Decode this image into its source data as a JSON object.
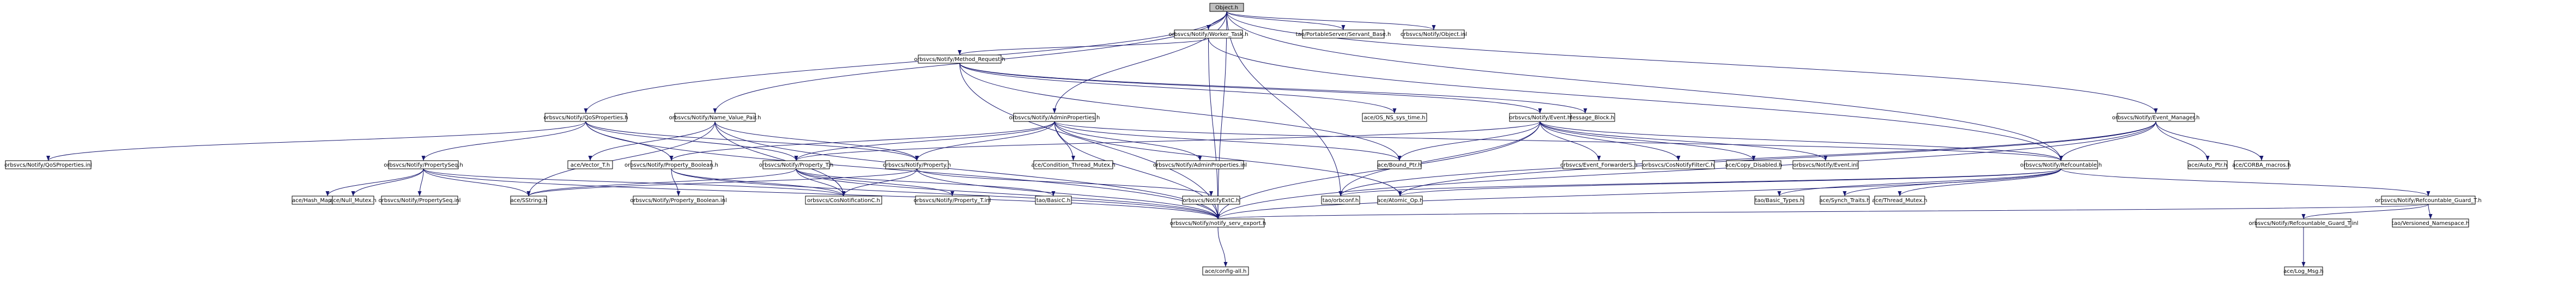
{
  "colors": {
    "edge": "#191970",
    "node_fill": "#ffffff",
    "root_fill": "#bfbfbf",
    "node_border": "#000000"
  },
  "nodes": [
    {
      "id": "object",
      "label": "Object.h",
      "root": true
    },
    {
      "id": "worker_task",
      "label": "orbsvcs/Notify/Worker_Task.h"
    },
    {
      "id": "servant_base",
      "label": "tao/PortableServer/Servant_Base.h"
    },
    {
      "id": "notify_object_inl",
      "label": "orbsvcs/Notify/Object.inl"
    },
    {
      "id": "method_request",
      "label": "orbsvcs/Notify/Method_Request.h"
    },
    {
      "id": "qos_properties",
      "label": "orbsvcs/Notify/QoSProperties.h"
    },
    {
      "id": "name_value_pair",
      "label": "orbsvcs/Notify/Name_Value_Pair.h"
    },
    {
      "id": "admin_properties",
      "label": "orbsvcs/Notify/AdminProperties.h"
    },
    {
      "id": "os_ns_sys_time",
      "label": "ace/OS_NS_sys_time.h"
    },
    {
      "id": "message_block",
      "label": "ace/Message_Block.h"
    },
    {
      "id": "event",
      "label": "orbsvcs/Notify/Event.h"
    },
    {
      "id": "event_manager",
      "label": "orbsvcs/Notify/Event_Manager.h"
    },
    {
      "id": "qos_properties_inl",
      "label": "orbsvcs/Notify/QoSProperties.inl"
    },
    {
      "id": "property_seq",
      "label": "orbsvcs/Notify/PropertySeq.h"
    },
    {
      "id": "vector_t",
      "label": "ace/Vector_T.h"
    },
    {
      "id": "property_boolean",
      "label": "orbsvcs/Notify/Property_Boolean.h"
    },
    {
      "id": "property_t",
      "label": "orbsvcs/Notify/Property_T.h"
    },
    {
      "id": "property",
      "label": "orbsvcs/Notify/Property.h"
    },
    {
      "id": "condition_thread_mutex",
      "label": "ace/Condition_Thread_Mutex.h"
    },
    {
      "id": "admin_properties_inl",
      "label": "orbsvcs/Notify/AdminProperties.inl"
    },
    {
      "id": "bound_ptr",
      "label": "ace/Bound_Ptr.h"
    },
    {
      "id": "event_forwarder",
      "label": "orbsvcs/Event_ForwarderS.h"
    },
    {
      "id": "cos_notify_filter",
      "label": "orbsvcs/CosNotifyFilterC.h"
    },
    {
      "id": "copy_disabled",
      "label": "ace/Copy_Disabled.h"
    },
    {
      "id": "event_inl",
      "label": "orbsvcs/Notify/Event.inl"
    },
    {
      "id": "refcountable",
      "label": "orbsvcs/Notify/Refcountable.h"
    },
    {
      "id": "auto_ptr",
      "label": "ace/Auto_Ptr.h"
    },
    {
      "id": "corba_macros",
      "label": "ace/CORBA_macros.h"
    },
    {
      "id": "hash_map_manager",
      "label": "ace/Hash_Map_Manager.h"
    },
    {
      "id": "null_mutex",
      "label": "ace/Null_Mutex.h"
    },
    {
      "id": "property_seq_inl",
      "label": "orbsvcs/Notify/PropertySeq.inl"
    },
    {
      "id": "sstring",
      "label": "ace/SString.h"
    },
    {
      "id": "property_boolean_inl",
      "label": "orbsvcs/Notify/Property_Boolean.inl"
    },
    {
      "id": "cos_notification",
      "label": "orbsvcs/CosNotificationC.h"
    },
    {
      "id": "property_t_inl",
      "label": "orbsvcs/Notify/Property_T.inl"
    },
    {
      "id": "basic_c",
      "label": "tao/BasicC.h"
    },
    {
      "id": "notify_ext",
      "label": "orbsvcs/NotifyExtC.h"
    },
    {
      "id": "orbconf",
      "label": "tao/orbconf.h"
    },
    {
      "id": "atomic_op",
      "label": "ace/Atomic_Op.h"
    },
    {
      "id": "basic_types",
      "label": "tao/Basic_Types.h"
    },
    {
      "id": "synch_traits",
      "label": "ace/Synch_Traits.h"
    },
    {
      "id": "thread_mutex",
      "label": "ace/Thread_Mutex.h"
    },
    {
      "id": "refcountable_guard_t",
      "label": "orbsvcs/Notify/Refcountable_Guard_T.h"
    },
    {
      "id": "notify_serv_export",
      "label": "orbsvcs/Notify/notify_serv_export.h"
    },
    {
      "id": "refcountable_guard_t_inl",
      "label": "orbsvcs/Notify/Refcountable_Guard_T.inl"
    },
    {
      "id": "versioned_namespace",
      "label": "tao/Versioned_Namespace.h"
    },
    {
      "id": "config_all",
      "label": "ace/config-all.h"
    },
    {
      "id": "log_msg",
      "label": "ace/Log_Msg.h"
    }
  ],
  "edges": [
    [
      "object",
      "worker_task"
    ],
    [
      "object",
      "servant_base"
    ],
    [
      "object",
      "notify_object_inl"
    ],
    [
      "object",
      "qos_properties"
    ],
    [
      "object",
      "name_value_pair"
    ],
    [
      "object",
      "admin_properties"
    ],
    [
      "object",
      "event_manager"
    ],
    [
      "object",
      "refcountable"
    ],
    [
      "object",
      "orbconf"
    ],
    [
      "object",
      "notify_serv_export"
    ],
    [
      "worker_task",
      "method_request"
    ],
    [
      "worker_task",
      "refcountable"
    ],
    [
      "worker_task",
      "notify_serv_export"
    ],
    [
      "method_request",
      "os_ns_sys_time"
    ],
    [
      "method_request",
      "message_block"
    ],
    [
      "method_request",
      "event"
    ],
    [
      "method_request",
      "notify_serv_export"
    ],
    [
      "method_request",
      "bound_ptr"
    ],
    [
      "qos_properties",
      "qos_properties_inl"
    ],
    [
      "qos_properties",
      "property_seq"
    ],
    [
      "qos_properties",
      "property_boolean"
    ],
    [
      "qos_properties",
      "property_t"
    ],
    [
      "qos_properties",
      "property"
    ],
    [
      "qos_properties",
      "notify_serv_export"
    ],
    [
      "name_value_pair",
      "vector_t"
    ],
    [
      "name_value_pair",
      "property"
    ],
    [
      "name_value_pair",
      "sstring"
    ],
    [
      "name_value_pair",
      "notify_serv_export"
    ],
    [
      "name_value_pair",
      "cos_notification"
    ],
    [
      "admin_properties",
      "property_t"
    ],
    [
      "admin_properties",
      "property"
    ],
    [
      "admin_properties",
      "condition_thread_mutex"
    ],
    [
      "admin_properties",
      "admin_properties_inl"
    ],
    [
      "admin_properties",
      "bound_ptr"
    ],
    [
      "admin_properties",
      "atomic_op"
    ],
    [
      "admin_properties",
      "notify_serv_export"
    ],
    [
      "admin_properties",
      "property_boolean"
    ],
    [
      "admin_properties",
      "refcountable"
    ],
    [
      "event",
      "event_forwarder"
    ],
    [
      "event",
      "cos_notify_filter"
    ],
    [
      "event",
      "copy_disabled"
    ],
    [
      "event",
      "event_inl"
    ],
    [
      "event",
      "refcountable"
    ],
    [
      "event",
      "bound_ptr"
    ],
    [
      "event",
      "property_t"
    ],
    [
      "event",
      "orbconf"
    ],
    [
      "event",
      "notify_serv_export"
    ],
    [
      "event_manager",
      "refcountable"
    ],
    [
      "event_manager",
      "auto_ptr"
    ],
    [
      "event_manager",
      "corba_macros"
    ],
    [
      "event_manager",
      "orbconf"
    ],
    [
      "event_manager",
      "notify_serv_export"
    ],
    [
      "event_manager",
      "atomic_op"
    ],
    [
      "property_seq",
      "hash_map_manager"
    ],
    [
      "property_seq",
      "null_mutex"
    ],
    [
      "property_seq",
      "property_seq_inl"
    ],
    [
      "property_seq",
      "sstring"
    ],
    [
      "property_seq",
      "cos_notification"
    ],
    [
      "property_seq",
      "notify_serv_export"
    ],
    [
      "property_boolean",
      "property_boolean_inl"
    ],
    [
      "property_boolean",
      "cos_notification"
    ],
    [
      "property_boolean",
      "notify_serv_export"
    ],
    [
      "property_t",
      "property_t_inl"
    ],
    [
      "property_t",
      "basic_c"
    ],
    [
      "property_t",
      "notify_serv_export"
    ],
    [
      "property_t",
      "sstring"
    ],
    [
      "property_t",
      "cos_notification"
    ],
    [
      "property",
      "notify_ext"
    ],
    [
      "property",
      "notify_serv_export"
    ],
    [
      "property",
      "sstring"
    ],
    [
      "property",
      "cos_notification"
    ],
    [
      "refcountable",
      "basic_types"
    ],
    [
      "refcountable",
      "synch_traits"
    ],
    [
      "refcountable",
      "thread_mutex"
    ],
    [
      "refcountable",
      "refcountable_guard_t"
    ],
    [
      "refcountable",
      "orbconf"
    ],
    [
      "refcountable",
      "atomic_op"
    ],
    [
      "refcountable",
      "notify_serv_export"
    ],
    [
      "refcountable_guard_t",
      "refcountable_guard_t_inl"
    ],
    [
      "refcountable_guard_t",
      "versioned_namespace"
    ],
    [
      "refcountable_guard_t",
      "notify_serv_export"
    ],
    [
      "refcountable_guard_t_inl",
      "log_msg"
    ],
    [
      "notify_serv_export",
      "config_all"
    ]
  ]
}
